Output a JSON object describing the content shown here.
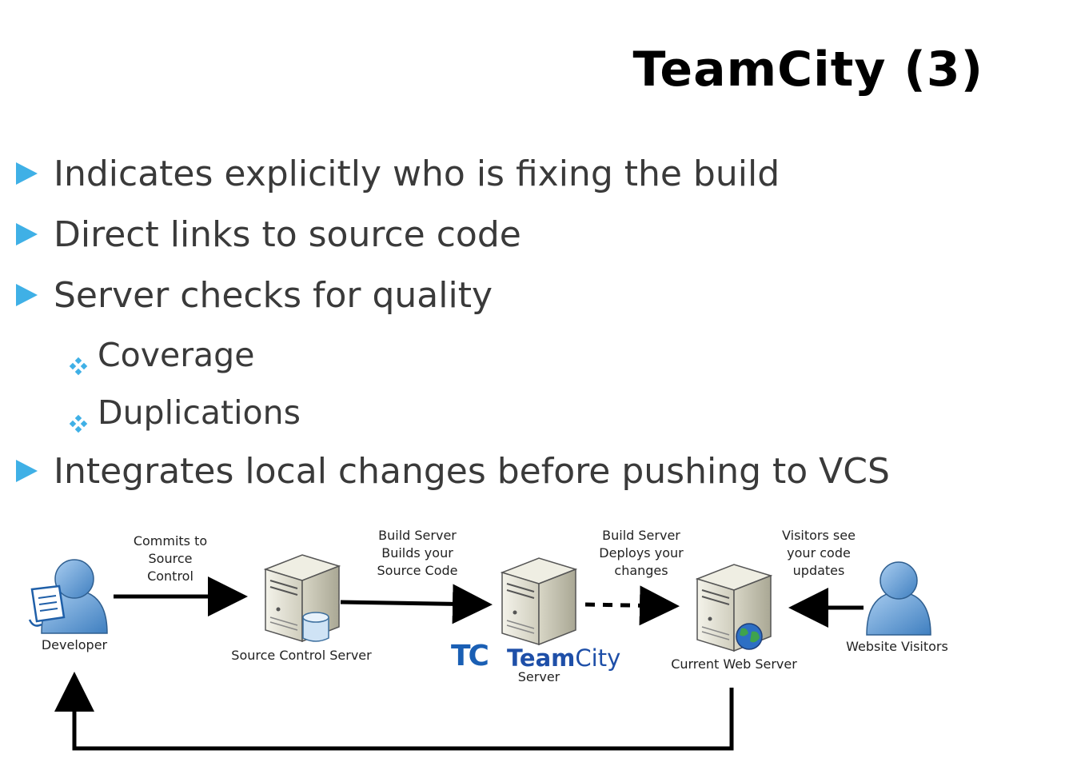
{
  "slide": {
    "title": "TeamCity (3)",
    "bullets": [
      "Indicates explicitly who is fixing the build",
      "Direct links to source code",
      "Server checks for quality",
      "Integrates local changes before pushing to VCS"
    ],
    "sub_bullets": [
      "Coverage",
      "Duplications"
    ]
  },
  "diagram": {
    "nodes": {
      "developer": "Developer",
      "source_control_server": "Source Control Server",
      "teamcity_server": "Server",
      "current_web_server": "Current Web Server",
      "website_visitors": "Website Visitors"
    },
    "edges": {
      "commits": [
        "Commits to",
        "Source",
        "Control"
      ],
      "builds": [
        "Build Server",
        "Builds your",
        "Source Code"
      ],
      "deploys": [
        "Build Server",
        "Deploys your",
        "changes"
      ],
      "visitors": [
        "Visitors see",
        "your code",
        "updates"
      ]
    },
    "logo": {
      "mark": "TC",
      "word_bold": "Team",
      "word_rest": "City"
    },
    "colors": {
      "bullet": "#3fb0e6",
      "person": "#5b9bd5",
      "logo": "#1e4fa8"
    }
  }
}
